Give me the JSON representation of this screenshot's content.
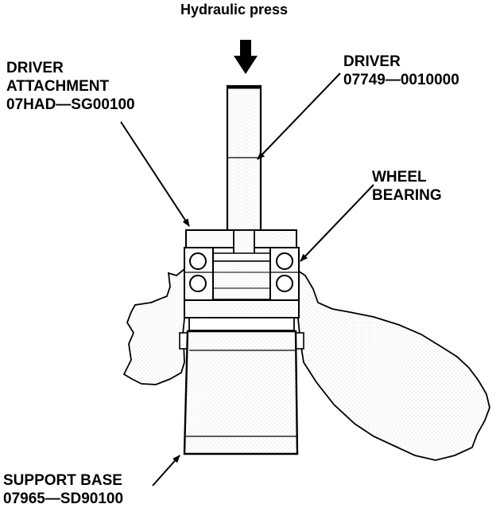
{
  "press": {
    "label": "Hydraulic press"
  },
  "driver_attachment": {
    "line1": "DRIVER",
    "line2": "ATTACHMENT",
    "part_no": "07HAD—SG00100"
  },
  "driver": {
    "line1": "DRIVER",
    "part_no": "07749—0010000"
  },
  "wheel_bearing": {
    "line1": "WHEEL",
    "line2": "BEARING"
  },
  "support_base": {
    "line1": "SUPPORT BASE",
    "part_no": "07965—SD90100"
  },
  "icons": {
    "press_arrow": "down-arrow-icon",
    "callout_arrows": "leader-arrow-icon"
  }
}
